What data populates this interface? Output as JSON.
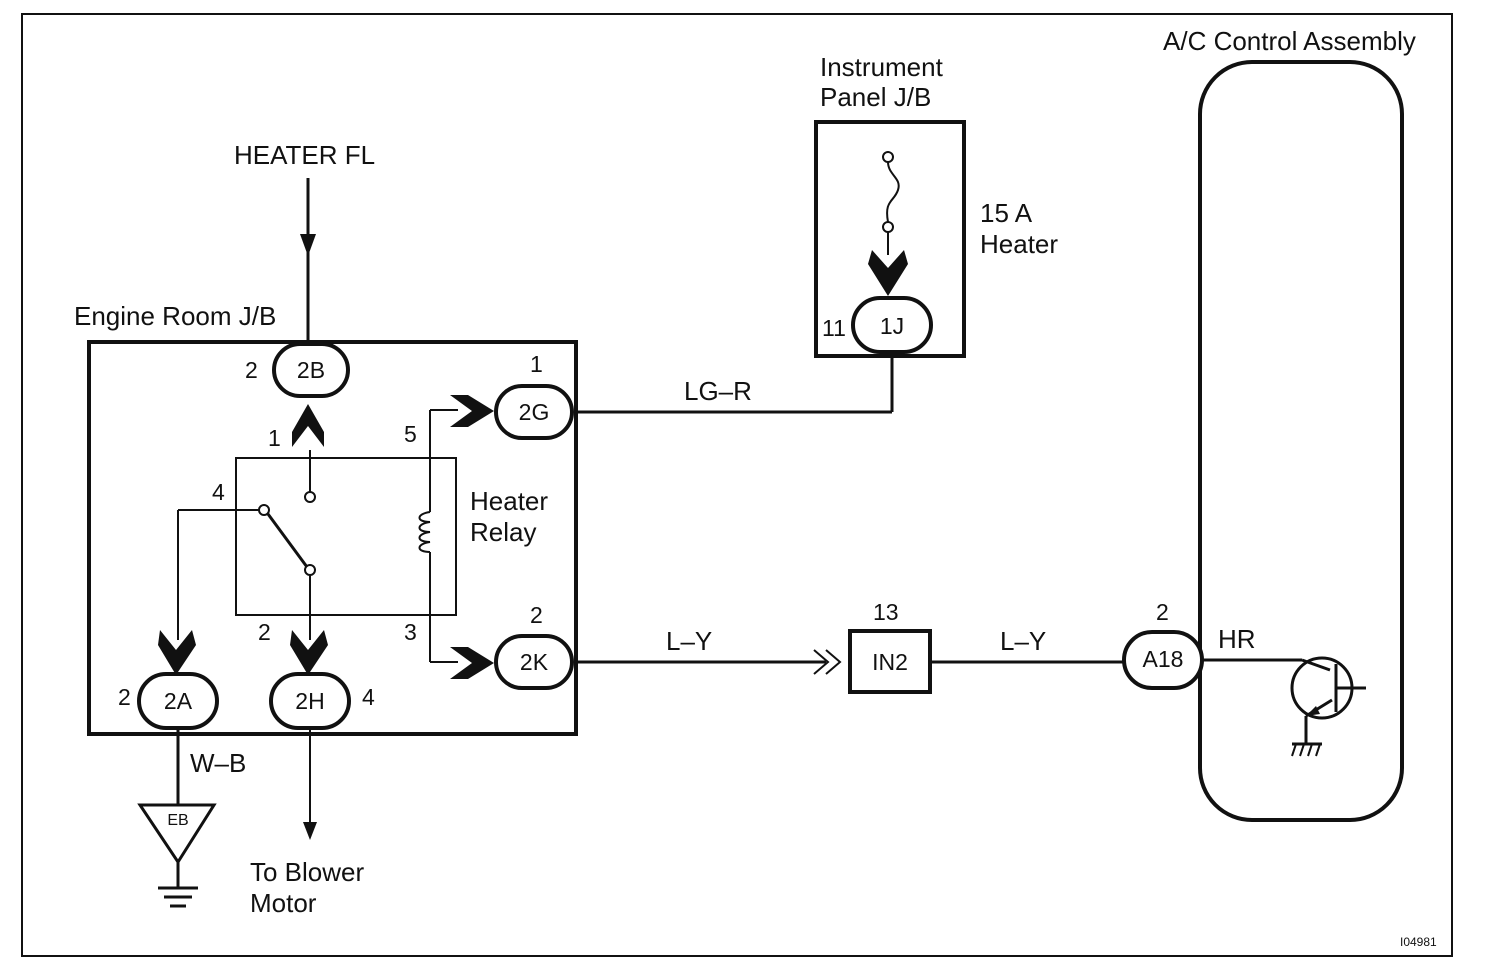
{
  "labels": {
    "heater_fl": "HEATER FL",
    "engine_room_jb": "Engine Room J/B",
    "instrument_panel_jb_line1": "Instrument",
    "instrument_panel_jb_line2": "Panel J/B",
    "fuse_line1": "15 A",
    "fuse_line2": "Heater",
    "ac_control_assembly": "A/C Control Assembly",
    "heater_relay_line1": "Heater",
    "heater_relay_line2": "Relay",
    "to_blower_line1": "To Blower",
    "to_blower_line2": "Motor",
    "figure_id": "I04981"
  },
  "connectors": {
    "c2b": "2B",
    "c2g": "2G",
    "c2k": "2K",
    "c2a": "2A",
    "c2h": "2H",
    "c1j": "1J",
    "in2": "IN2",
    "a18": "A18",
    "eb": "EB"
  },
  "pins": {
    "p2b": "2",
    "p2g": "1",
    "p2k": "2",
    "p2a": "2",
    "p2h": "4",
    "p1j": "11",
    "pin2": "13",
    "pa18": "2",
    "relay_1": "1",
    "relay_2": "2",
    "relay_3": "3",
    "relay_4": "4",
    "relay_5": "5"
  },
  "wires": {
    "lg_r": "LG–R",
    "l_y_1": "L–Y",
    "l_y_2": "L–Y",
    "w_b": "W–B",
    "hr": "HR"
  }
}
